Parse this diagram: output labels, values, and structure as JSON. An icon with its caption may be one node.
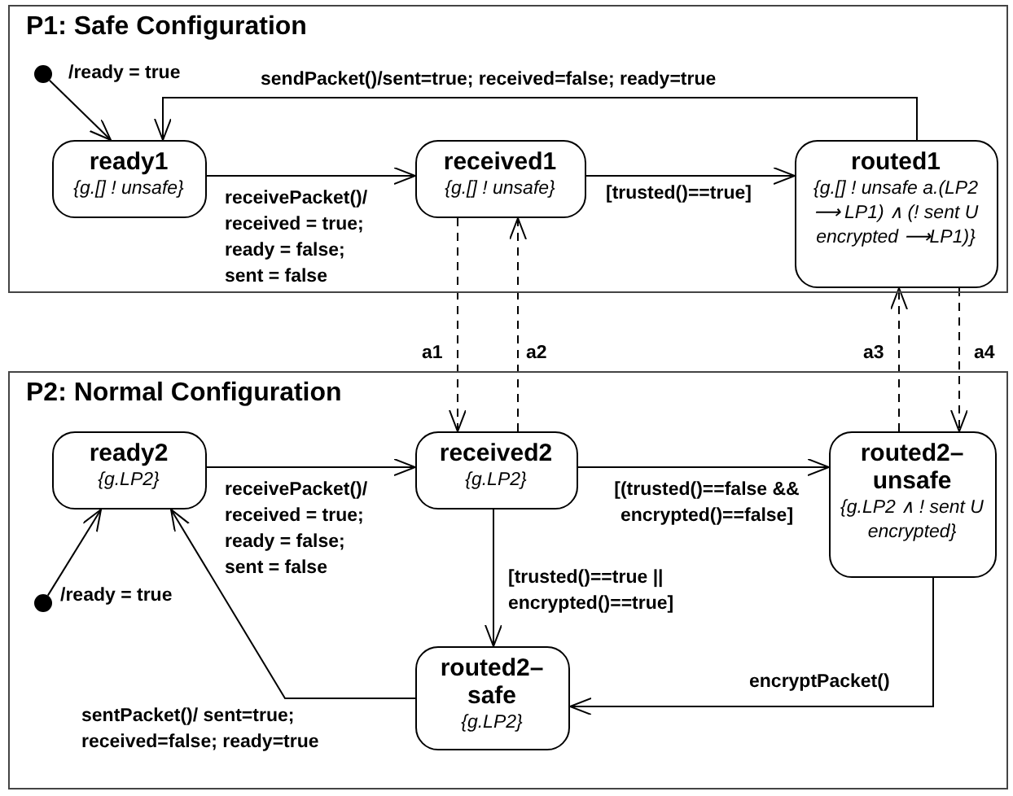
{
  "diagram": {
    "nodes": [
      {
        "text": [
          "P1: Safe Configuration"
        ]
      },
      {
        "text": [],
        "shape": "circle",
        "in": 0
      },
      {
        "text": [
          "ready1",
          "{g.[] ! unsafe}"
        ],
        "in": 0
      },
      {
        "text": [
          "received1",
          "{g.[] ! unsafe}"
        ],
        "in": 0
      },
      {
        "text": [
          "routed1",
          "{g.[] ! unsafe a.(LP2 ⟶ LP1) ∧ (! sent U encrypted ⟶LP1)}"
        ],
        "in": 0
      },
      {
        "text": [
          "P2: Normal Configuration"
        ]
      },
      {
        "text": [
          "ready2",
          "{g.LP2}"
        ],
        "in": 5
      },
      {
        "text": [
          "received2",
          "{g.LP2}"
        ],
        "in": 5
      },
      {
        "text": [
          "routed2– unsafe",
          "{g.LP2 ∧ ! sent U encrypted}"
        ],
        "in": 5
      },
      {
        "text": [
          "routed2– safe",
          "{g.LP2}"
        ],
        "in": 5
      },
      {
        "text": [],
        "shape": "circle",
        "in": 5
      }
    ],
    "edges": [
      {
        "from": 1,
        "to": 2,
        "arrow": "to",
        "label": "/ready = true"
      },
      {
        "from": 4,
        "to": 2,
        "arrow": "to",
        "label": "sendPacket()/sent=true; received=false; ready=true"
      },
      {
        "from": 2,
        "to": 3,
        "arrow": "to",
        "label": "receivePacket()/ received = true; ready = false; sent = false"
      },
      {
        "from": 3,
        "to": 4,
        "arrow": "to",
        "label": "[trusted()==true]"
      },
      {
        "from": 3,
        "to": 7,
        "arrow": "to",
        "label": "a1",
        "style": "dashed"
      },
      {
        "from": 7,
        "to": 3,
        "arrow": "to",
        "label": "a2",
        "style": "dashed"
      },
      {
        "from": 8,
        "to": 4,
        "arrow": "to",
        "label": "a3",
        "style": "dashed"
      },
      {
        "from": 4,
        "to": 8,
        "arrow": "to",
        "label": "a4",
        "style": "dashed"
      },
      {
        "from": 10,
        "to": 6,
        "arrow": "to",
        "label": "/ready = true"
      },
      {
        "from": 6,
        "to": 7,
        "arrow": "to",
        "label": "receivePacket()/ received = true; ready = false; sent = false"
      },
      {
        "from": 7,
        "to": 8,
        "arrow": "to",
        "label": "[(trusted()==false && encrypted()==false]"
      },
      {
        "from": 7,
        "to": 9,
        "arrow": "to",
        "label": "[trusted()==true || encrypted()==true]"
      },
      {
        "from": 8,
        "to": 9,
        "arrow": "to",
        "label": "encryptPacket()"
      },
      {
        "from": 9,
        "to": 6,
        "arrow": "to",
        "label": "sentPacket()/ sent=true; received=false; ready=true"
      }
    ]
  }
}
